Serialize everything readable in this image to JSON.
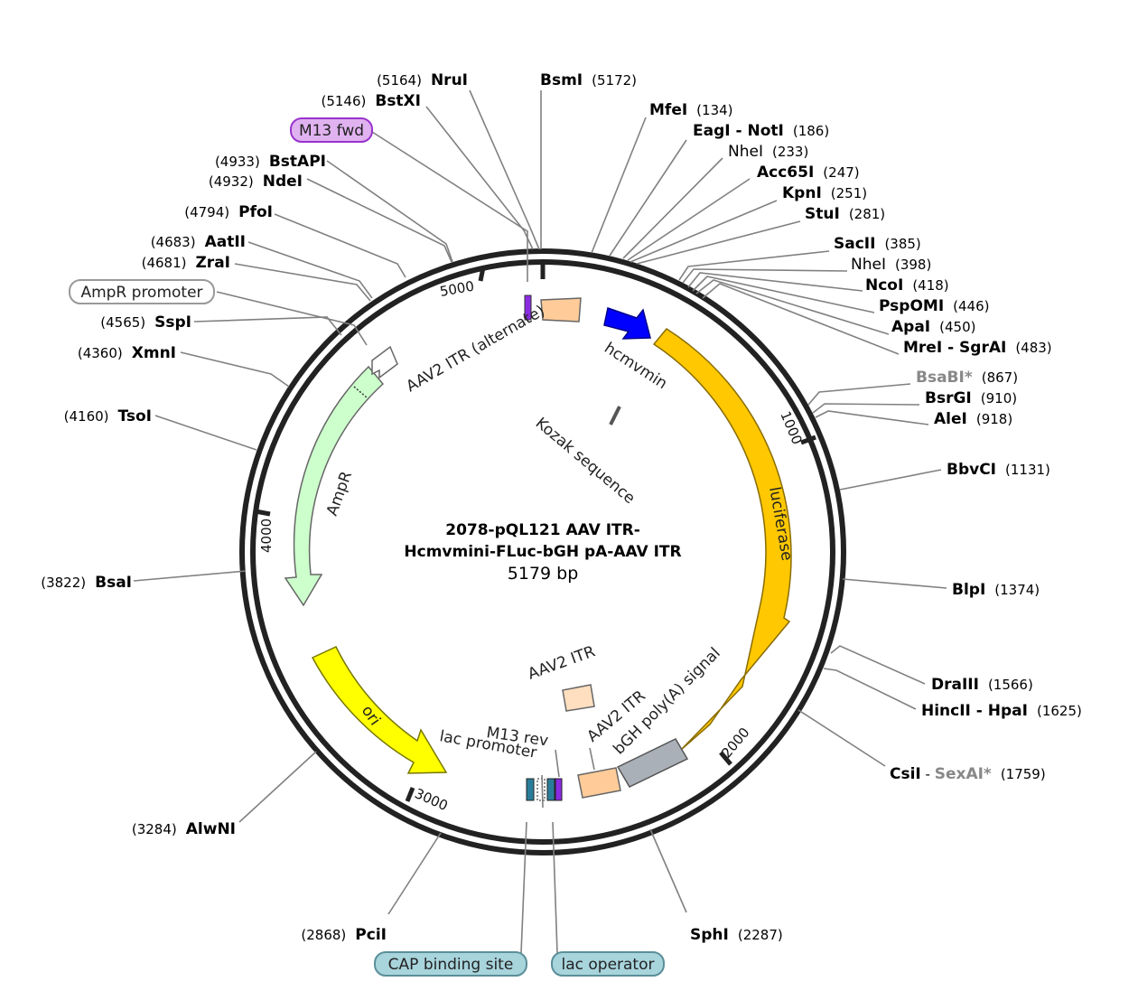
{
  "map": {
    "title_line1": "2078-pQL121  AAV  ITR-",
    "title_line2": "Hcmvmini-FLuc-bGH pA-AAV ITR",
    "length_text": "5179 bp",
    "total_bp": 5179,
    "tick_labels": [
      "1000",
      "2000",
      "3000",
      "4000",
      "5000"
    ],
    "sites": [
      {
        "name": "NruI",
        "pos": "(5164)",
        "bp": 5164,
        "style": "bold"
      },
      {
        "name": "BsmI",
        "pos": "(5172)",
        "bp": 5172,
        "style": "bold"
      },
      {
        "name": "BstXI",
        "pos": "(5146)",
        "bp": 5146,
        "style": "bold"
      },
      {
        "name": "MfeI",
        "pos": "(134)",
        "bp": 134,
        "style": "bold"
      },
      {
        "name": "EagI - NotI",
        "pos": "(186)",
        "bp": 186,
        "style": "bold"
      },
      {
        "name": "NheI",
        "pos": "(233)",
        "bp": 233,
        "style": "plain"
      },
      {
        "name": "Acc65I",
        "pos": "(247)",
        "bp": 247,
        "style": "bold"
      },
      {
        "name": "KpnI",
        "pos": "(251)",
        "bp": 251,
        "style": "bold"
      },
      {
        "name": "StuI",
        "pos": "(281)",
        "bp": 281,
        "style": "bold"
      },
      {
        "name": "SacII",
        "pos": "(385)",
        "bp": 385,
        "style": "bold"
      },
      {
        "name": "NheI",
        "pos": "(398)",
        "bp": 398,
        "style": "plain"
      },
      {
        "name": "NcoI",
        "pos": "(418)",
        "bp": 418,
        "style": "bold"
      },
      {
        "name": "PspOMI",
        "pos": "(446)",
        "bp": 446,
        "style": "bold"
      },
      {
        "name": "ApaI",
        "pos": "(450)",
        "bp": 450,
        "style": "bold"
      },
      {
        "name": "MreI - SgrAI",
        "pos": "(483)",
        "bp": 483,
        "style": "bold"
      },
      {
        "name": "BsaBI*",
        "pos": "(867)",
        "bp": 867,
        "style": "gray"
      },
      {
        "name": "BsrGI",
        "pos": "(910)",
        "bp": 910,
        "style": "bold"
      },
      {
        "name": "AleI",
        "pos": "(918)",
        "bp": 918,
        "style": "bold"
      },
      {
        "name": "BbvCI",
        "pos": "(1131)",
        "bp": 1131,
        "style": "bold"
      },
      {
        "name": "BlpI",
        "pos": "(1374)",
        "bp": 1374,
        "style": "bold"
      },
      {
        "name": "DraIII",
        "pos": "(1566)",
        "bp": 1566,
        "style": "bold"
      },
      {
        "name": "HincII - HpaI",
        "pos": "(1625)",
        "bp": 1625,
        "style": "bold"
      },
      {
        "name": "CsiI",
        "sep": " - ",
        "extra": "SexAI*",
        "pos": "(1759)",
        "bp": 1759,
        "style": "bold"
      },
      {
        "name": "SphI",
        "pos": "(2287)",
        "bp": 2287,
        "style": "bold"
      },
      {
        "name": "PciI",
        "pos": "(2868)",
        "bp": 2868,
        "style": "bold"
      },
      {
        "name": "AlwNI",
        "pos": "(3284)",
        "bp": 3284,
        "style": "bold"
      },
      {
        "name": "BsaI",
        "pos": "(3822)",
        "bp": 3822,
        "style": "bold"
      },
      {
        "name": "TsoI",
        "pos": "(4160)",
        "bp": 4160,
        "style": "bold"
      },
      {
        "name": "XmnI",
        "pos": "(4360)",
        "bp": 4360,
        "style": "bold"
      },
      {
        "name": "SspI",
        "pos": "(4565)",
        "bp": 4565,
        "style": "bold"
      },
      {
        "name": "ZraI",
        "pos": "(4681)",
        "bp": 4681,
        "style": "bold"
      },
      {
        "name": "AatII",
        "pos": "(4683)",
        "bp": 4683,
        "style": "bold"
      },
      {
        "name": "PfoI",
        "pos": "(4794)",
        "bp": 4794,
        "style": "bold"
      },
      {
        "name": "NdeI",
        "pos": "(4932)",
        "bp": 4932,
        "style": "bold"
      },
      {
        "name": "BstAPI",
        "pos": "(4933)",
        "bp": 4933,
        "style": "bold"
      }
    ],
    "boxed_labels": [
      {
        "text": "M13 fwd",
        "fill": "#e0b3f0",
        "stroke": "#9933cc"
      },
      {
        "text": "AmpR promoter",
        "fill": "#ffffff",
        "stroke": "#999999"
      },
      {
        "text": "CAP binding site",
        "fill": "#a8d4dc",
        "stroke": "#5a8f99"
      },
      {
        "text": "lac operator",
        "fill": "#a8d4dc",
        "stroke": "#5a8f99"
      }
    ],
    "features": [
      {
        "label": "hcmvmin",
        "color": "#0000ff"
      },
      {
        "label": "luciferase",
        "color": "#ffc800"
      },
      {
        "label": "bGH poly(A) signal",
        "color": "#aab0b8"
      },
      {
        "label": "AAV2 ITR",
        "color": "#ffcc99"
      },
      {
        "label": "AAV2 ITR",
        "color": "#ffdfc0"
      },
      {
        "label": "AAV2 ITR (alternate)",
        "color": "#ffcc99"
      },
      {
        "label": "Kozak sequence",
        "color": "#555555"
      },
      {
        "label": "M13 rev",
        "color": "#8a2be2"
      },
      {
        "label": "lac promoter",
        "color": "#ffffff"
      },
      {
        "label": "ori",
        "color": "#ffff00"
      },
      {
        "label": "AmpR",
        "color": "#ccffcc"
      }
    ]
  }
}
